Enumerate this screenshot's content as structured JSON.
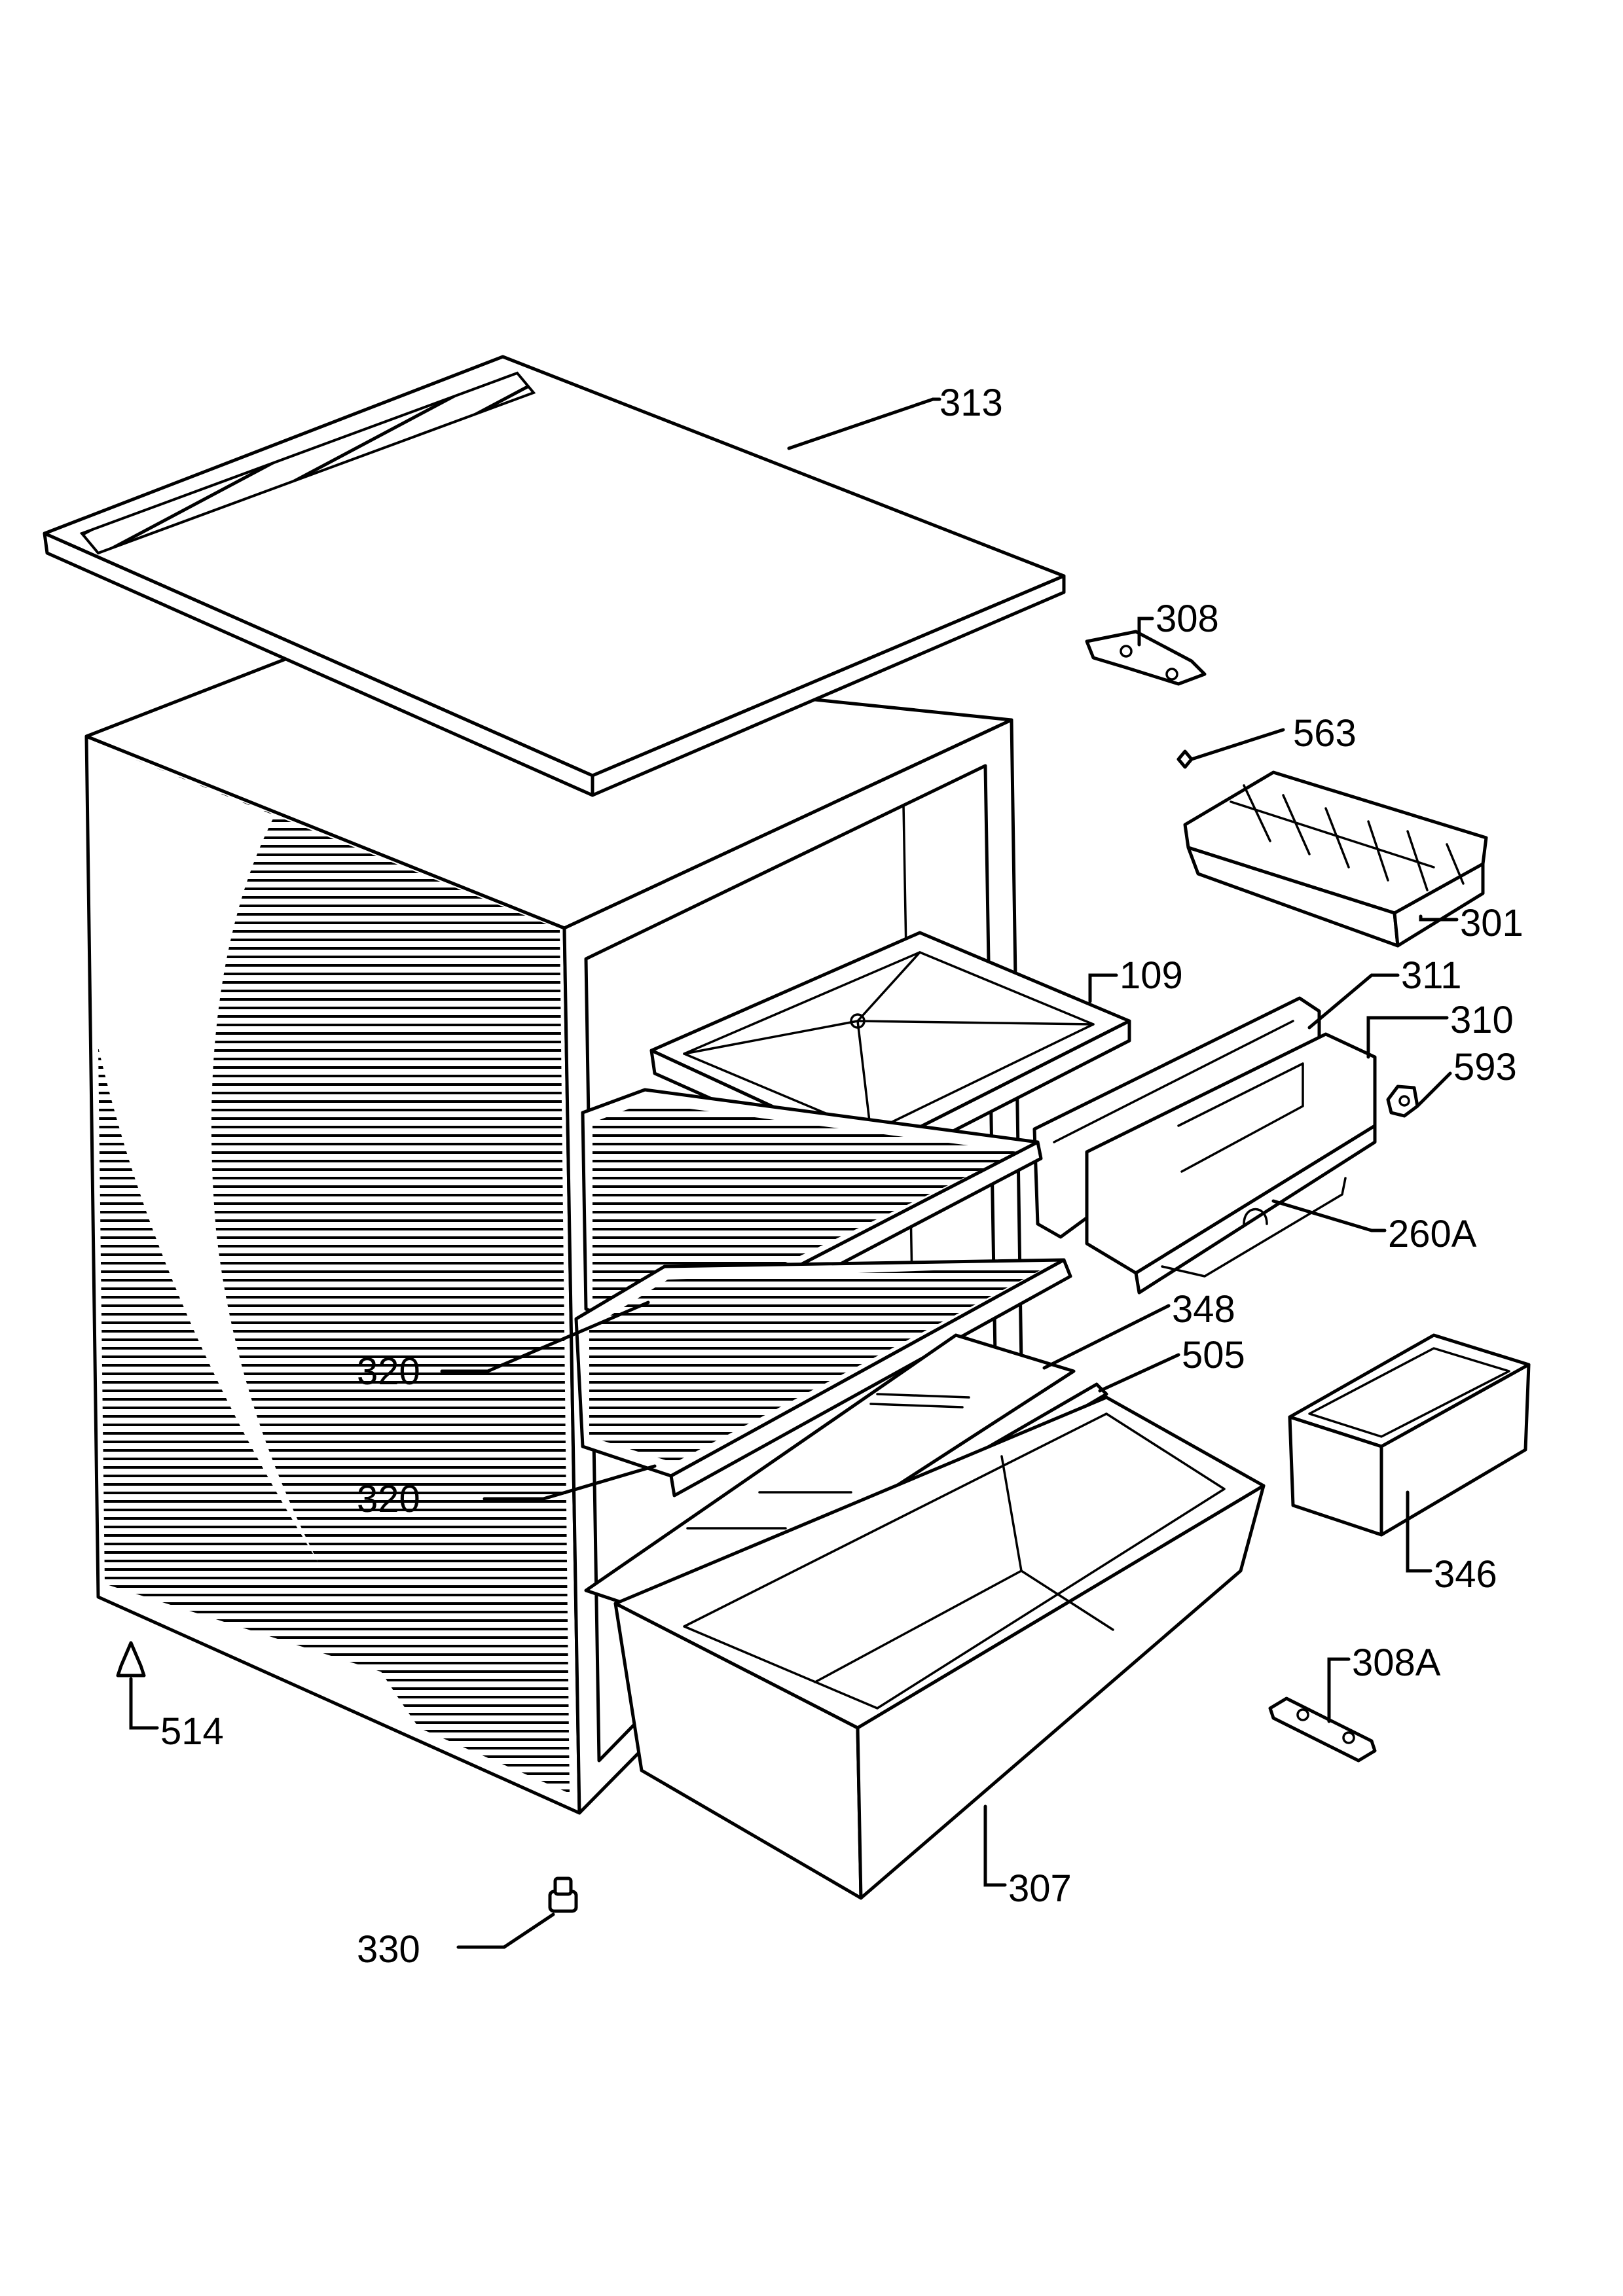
{
  "callouts": {
    "c313": "313",
    "c308": "308",
    "c563": "563",
    "c301": "301",
    "c109": "109",
    "c311": "311",
    "c310": "310",
    "c593": "593",
    "c260a": "260A",
    "c348": "348",
    "c505": "505",
    "c320a": "320",
    "c320b": "320",
    "c346": "346",
    "c308a": "308A",
    "c514": "514",
    "c307": "307",
    "c330": "330"
  }
}
